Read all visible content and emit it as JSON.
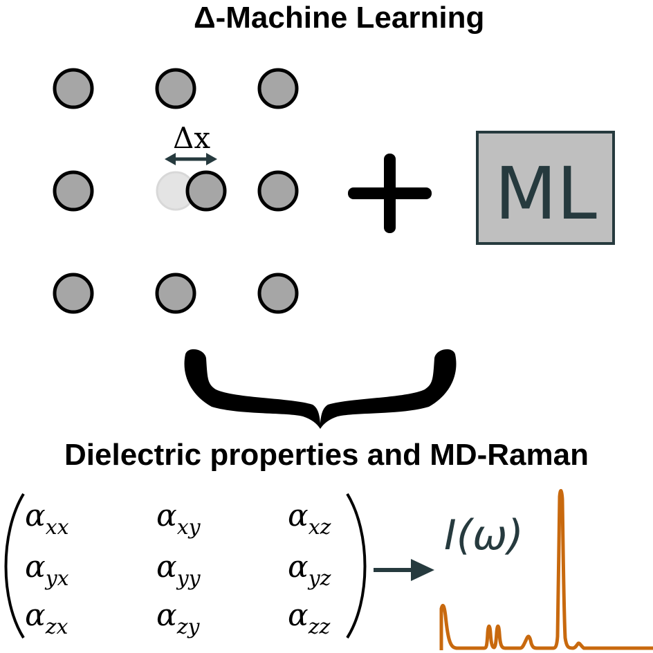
{
  "title": "Δ-Machine Learning",
  "displacement_label": "Δx",
  "ml_box_label": "ML",
  "subtitle": "Dielectric properties and MD-Raman",
  "spectrum_label": "I(ω)",
  "tensor": {
    "rows": [
      [
        {
          "base": "α",
          "sub": "xx"
        },
        {
          "base": "α",
          "sub": "xy"
        },
        {
          "base": "α",
          "sub": "xz"
        }
      ],
      [
        {
          "base": "α",
          "sub": "yx"
        },
        {
          "base": "α",
          "sub": "yy"
        },
        {
          "base": "α",
          "sub": "yz"
        }
      ],
      [
        {
          "base": "α",
          "sub": "zx"
        },
        {
          "base": "α",
          "sub": "zy"
        },
        {
          "base": "α",
          "sub": "zz"
        }
      ]
    ]
  },
  "colors": {
    "atom_fill": "#a6a6a6",
    "atom_ghost": "#e4e4e4",
    "ml_box_fill": "#bfbfbf",
    "ml_box_stroke": "#263a3e",
    "arrow": "#263a3e",
    "spectrum": "#c8690e",
    "text": "#000000"
  }
}
